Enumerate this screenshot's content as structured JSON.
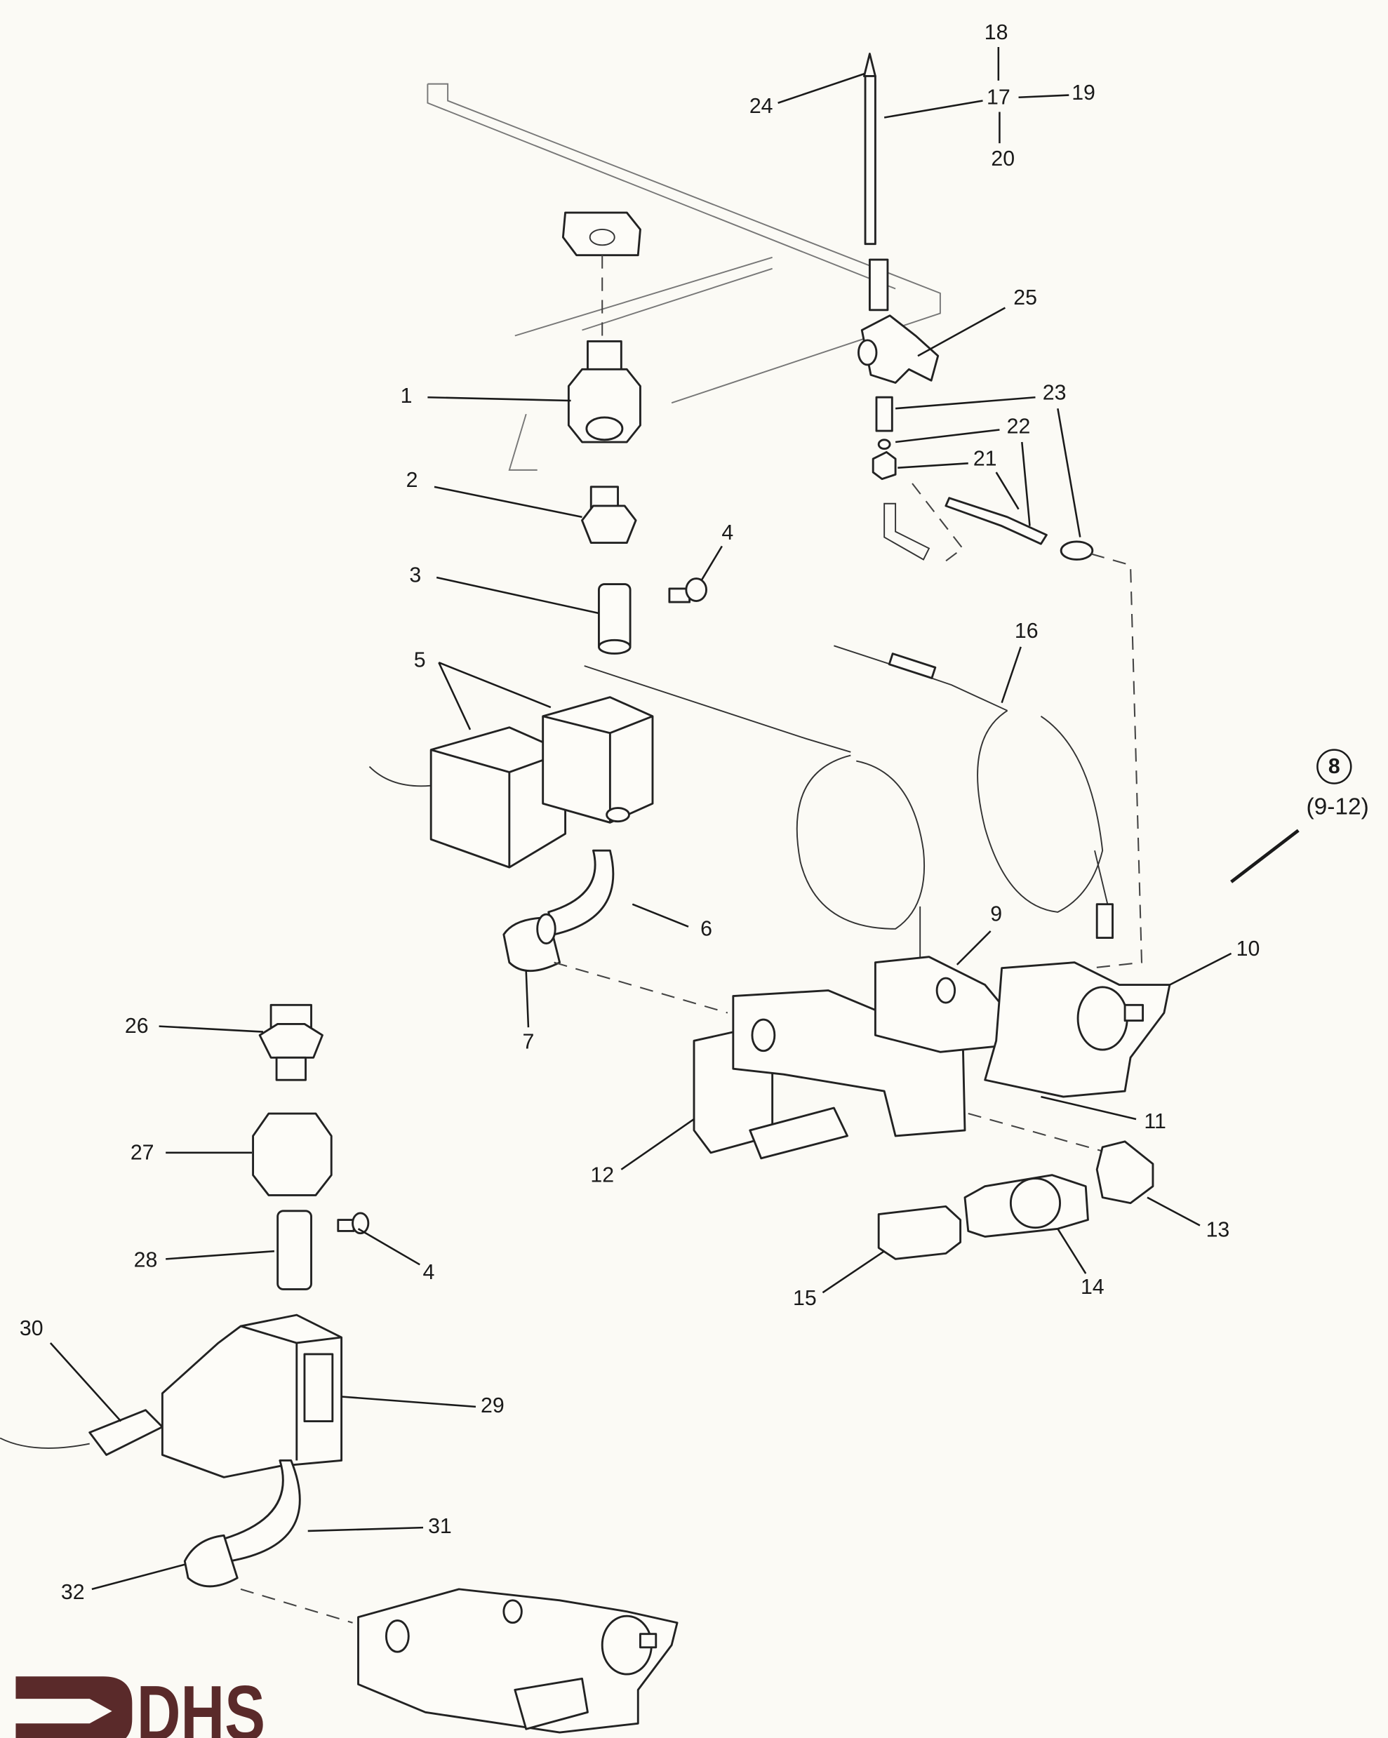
{
  "diagram": {
    "callouts": [
      "18",
      "17",
      "19",
      "20",
      "24",
      "25",
      "1",
      "23",
      "22",
      "21",
      "2",
      "4",
      "3",
      "16",
      "5",
      "6",
      "9",
      "10",
      "7",
      "26",
      "11",
      "27",
      "12",
      "13",
      "28",
      "4",
      "14",
      "15",
      "30",
      "29",
      "31",
      "32"
    ],
    "group_label": "8",
    "group_range": "(9-12)"
  },
  "logo": {
    "text": "DHS",
    "color": "#5a2a2a"
  }
}
